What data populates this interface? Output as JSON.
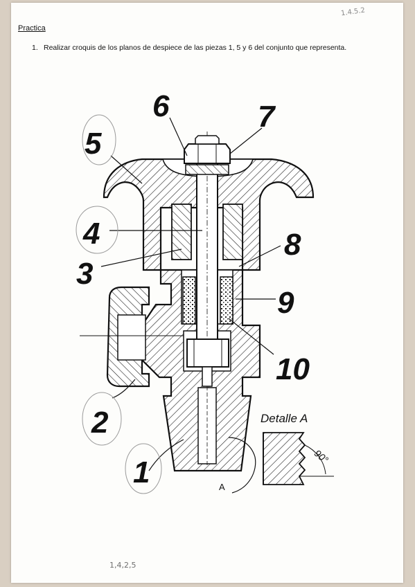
{
  "page": {
    "heading": "Practica",
    "task": {
      "number": "1.",
      "text": "Realizar croquis de los planos de despiece de las piezas 1, 5 y 6  del conjunto que representa."
    },
    "pencil_notes": {
      "top_right": "1.4.5.2",
      "bottom": "1,4,2,5"
    }
  },
  "drawing": {
    "part_numbers": [
      "1",
      "2",
      "3",
      "4",
      "5",
      "6",
      "7",
      "8",
      "9",
      "10"
    ],
    "detail_title": "Detalle A",
    "detail_angle": "90°",
    "section_marker": "A"
  }
}
